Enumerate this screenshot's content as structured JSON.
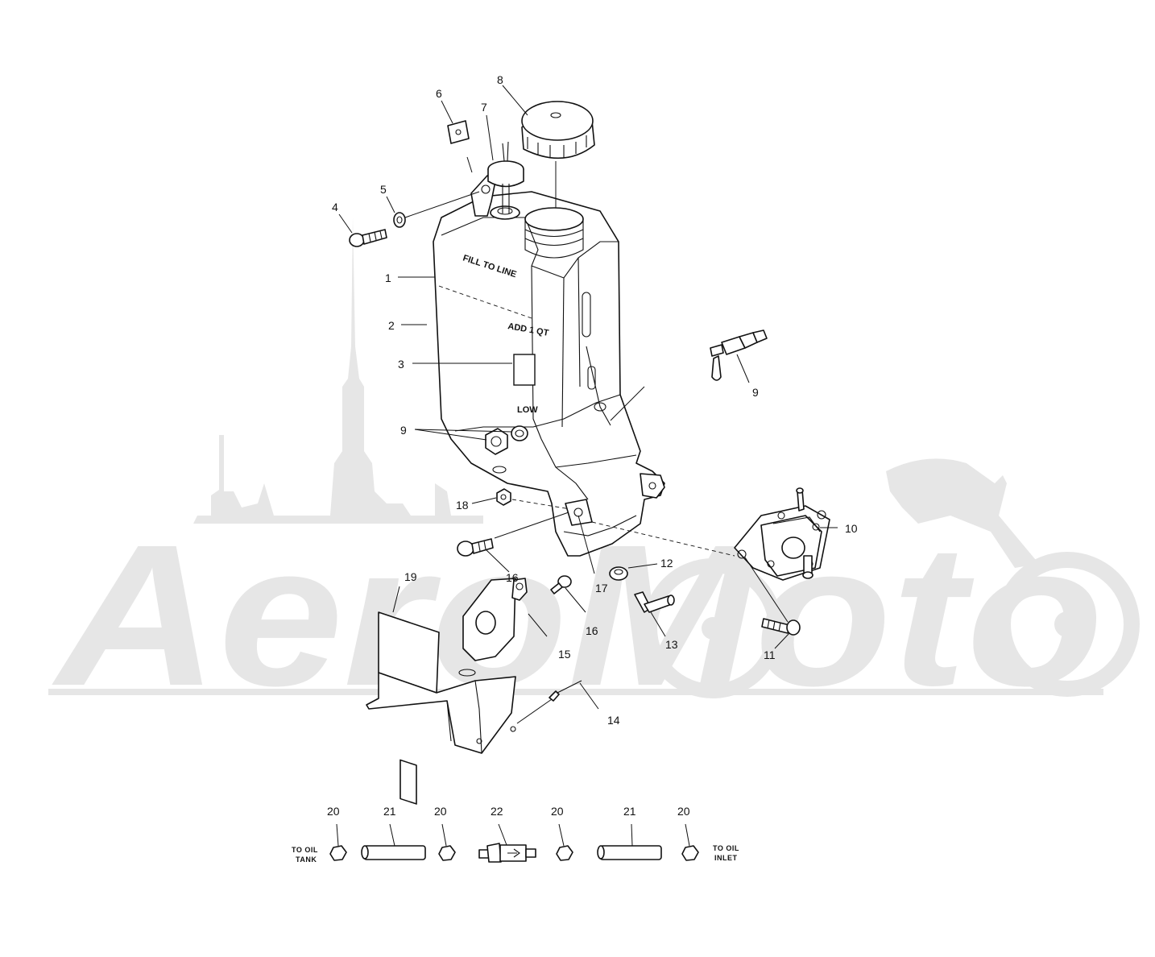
{
  "watermark": {
    "text": "AeroMoto",
    "color": "#e6e6e6"
  },
  "callouts": {
    "c1": "1",
    "c2": "2",
    "c3": "3",
    "c4": "4",
    "c5": "5",
    "c6": "6",
    "c7": "7",
    "c8": "8",
    "c9a": "9",
    "c9b": "9",
    "c10": "10",
    "c11": "11",
    "c12": "12",
    "c13": "13",
    "c14": "14",
    "c15": "15",
    "c16a": "16",
    "c16b": "16",
    "c17": "17",
    "c18": "18",
    "c19": "19",
    "c20a": "20",
    "c20b": "20",
    "c20c": "20",
    "c20d": "20",
    "c21a": "21",
    "c21b": "21",
    "c22": "22"
  },
  "tank_markings": {
    "fill_line": "FILL TO LINE",
    "add_qt": "ADD 1 QT",
    "low": "LOW"
  },
  "flow": {
    "left_line1": "TO OIL",
    "left_line2": "TANK",
    "right_line1": "TO OIL",
    "right_line2": "INLET"
  }
}
